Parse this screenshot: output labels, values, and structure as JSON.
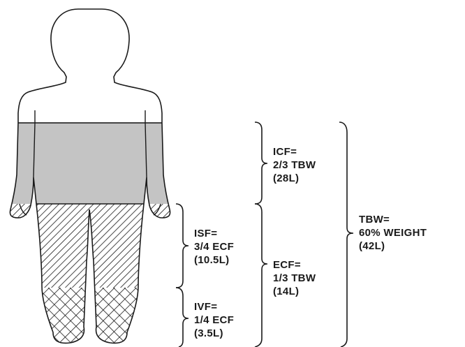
{
  "labels": {
    "icf": {
      "line1": "ICF=",
      "line2": "2/3 TBW",
      "line3": "(28L)"
    },
    "isf": {
      "line1": "ISF=",
      "line2": "3/4 ECF",
      "line3": "(10.5L)"
    },
    "ecf": {
      "line1": "ECF=",
      "line2": "1/3 TBW",
      "line3": "(14L)"
    },
    "tbw": {
      "line1": "TBW=",
      "line2": "60% WEIGHT",
      "line3": "(42L)"
    },
    "ivf": {
      "line1": "IVF=",
      "line2": "1/4 ECF",
      "line3": "(3.5L)"
    }
  },
  "colors": {
    "icf_fill": "#c4c4c4",
    "line": "#1a1a1a",
    "background": "#ffffff"
  }
}
